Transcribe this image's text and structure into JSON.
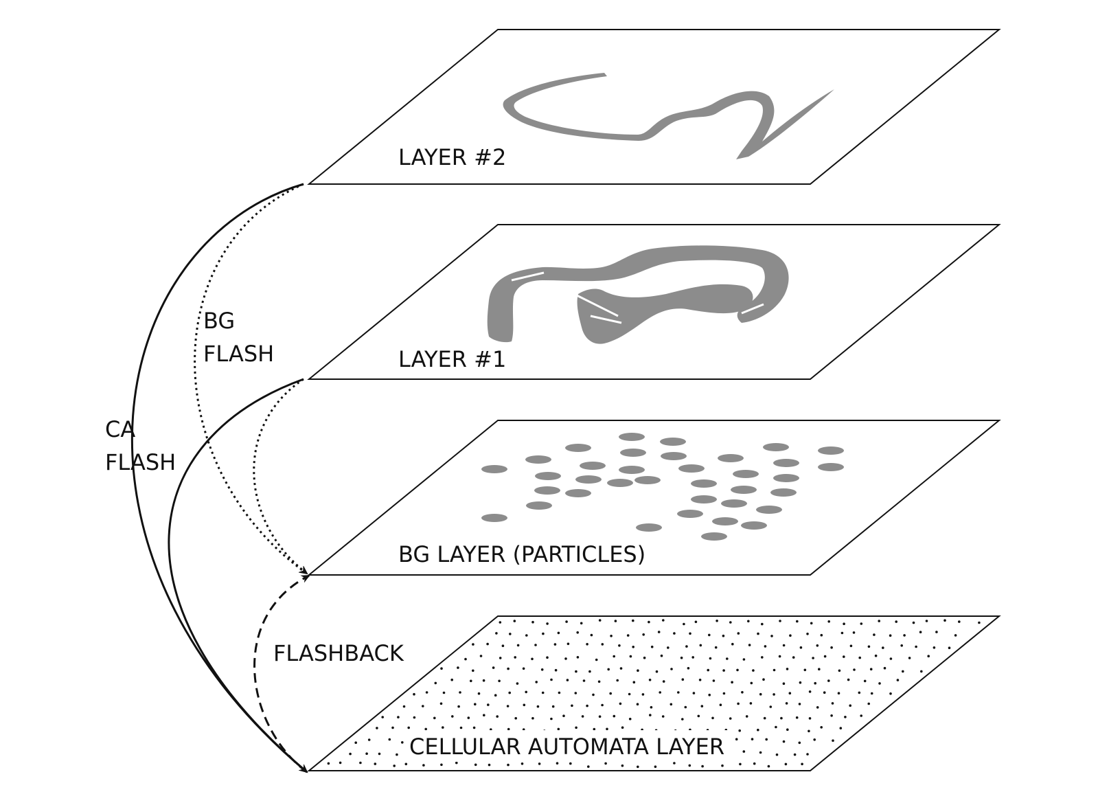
{
  "layers": {
    "layer2": {
      "label": "LAYER #2"
    },
    "layer1": {
      "label": "LAYER #1"
    },
    "bg": {
      "label": "BG LAYER (PARTICLES)"
    },
    "ca": {
      "label": "CELLULAR AUTOMATA LAYER"
    }
  },
  "arrows": {
    "bg_flash": {
      "line1": "BG",
      "line2": "FLASH"
    },
    "ca_flash": {
      "line1": "CA",
      "line2": "FLASH"
    },
    "flashback": {
      "label": "FLASHBACK"
    }
  },
  "colors": {
    "line": "#111111",
    "shape_fill": "#8c8c8c",
    "background": "#ffffff"
  }
}
